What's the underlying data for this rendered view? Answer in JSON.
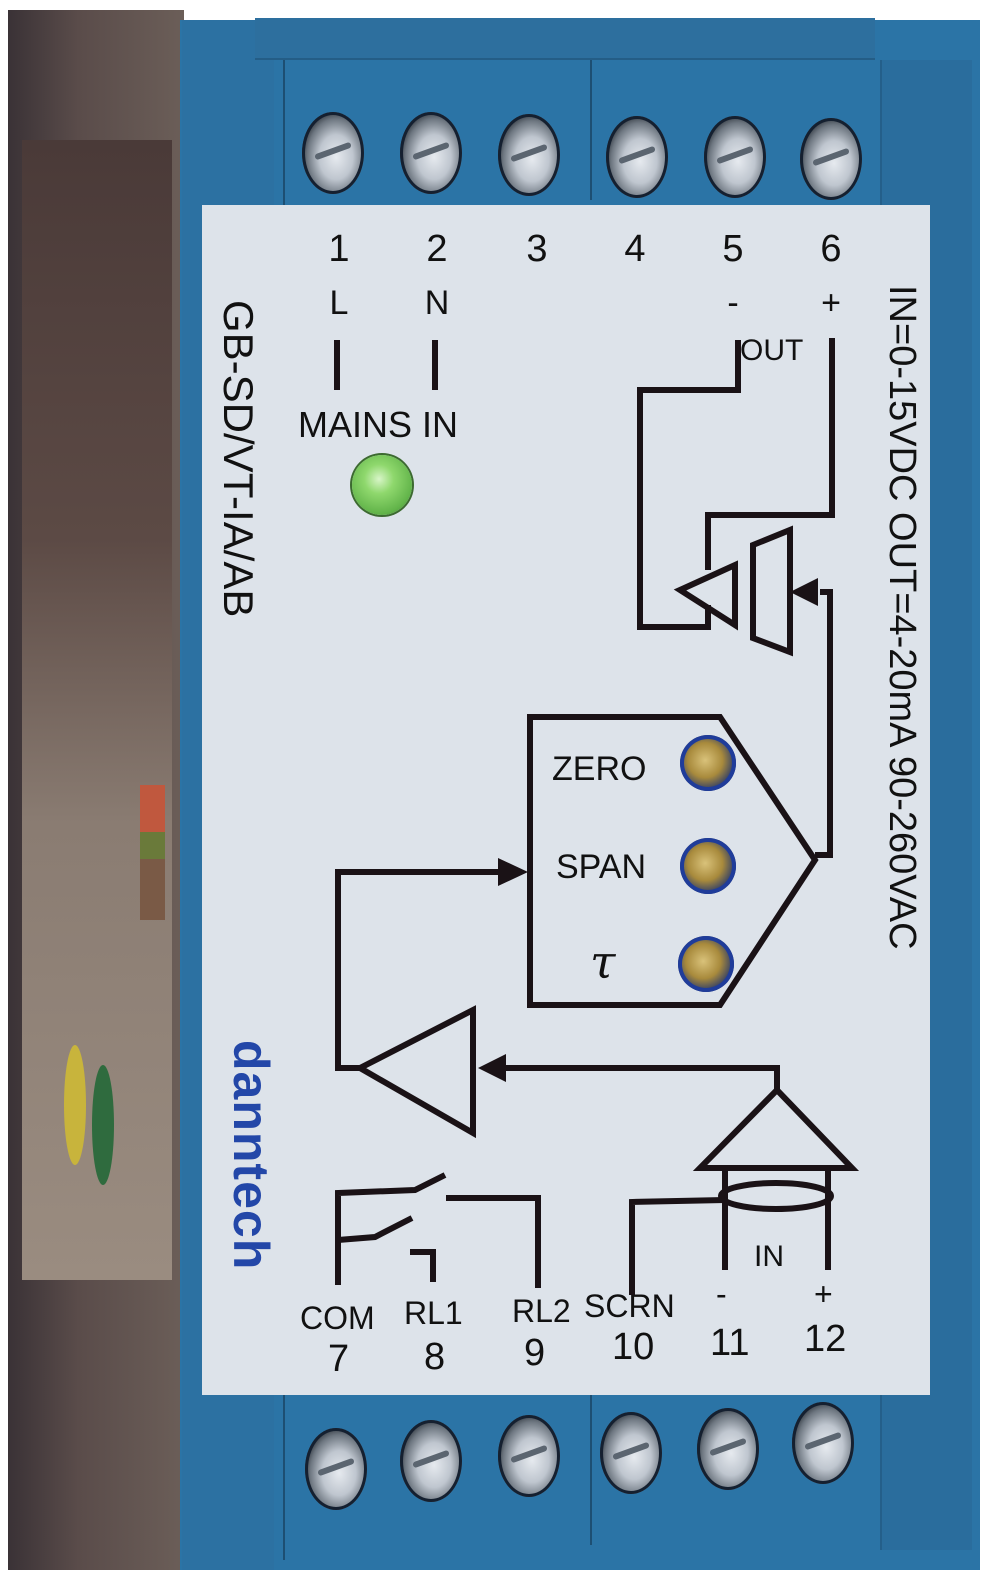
{
  "device": {
    "model": "GB-SD/VT-IA/AB",
    "brand": "danntech",
    "spec": "IN=0-15VDC OUT=4-20mA  90-260VAC",
    "housing_color": "#2b74a6",
    "label_color": "#dde3ea",
    "brand_color": "#2347a8",
    "led_color": "#62b44a"
  },
  "top_terminals": [
    {
      "number": "1",
      "sub": "L"
    },
    {
      "number": "2",
      "sub": "N"
    },
    {
      "number": "3",
      "sub": ""
    },
    {
      "number": "4",
      "sub": ""
    },
    {
      "number": "5",
      "sub": "-"
    },
    {
      "number": "6",
      "sub": "+"
    }
  ],
  "bottom_terminals": [
    {
      "number": "7",
      "label": "COM"
    },
    {
      "number": "8",
      "label": "RL1"
    },
    {
      "number": "9",
      "label": "RL2"
    },
    {
      "number": "10",
      "label": "SCRN"
    },
    {
      "number": "11",
      "label": "-"
    },
    {
      "number": "12",
      "label": "+"
    }
  ],
  "labels": {
    "mains_in": "MAINS IN",
    "out": "OUT",
    "in": "IN",
    "zero": "ZERO",
    "span": "SPAN",
    "tau": "τ"
  }
}
